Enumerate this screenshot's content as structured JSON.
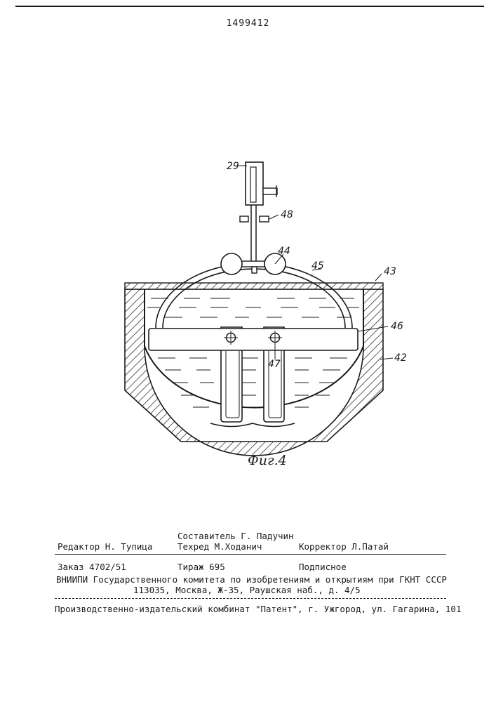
{
  "header": {
    "patent_number": "1499412"
  },
  "figure": {
    "caption": "Фиг.4",
    "labels": {
      "l29": "29",
      "l48": "48",
      "l44": "44",
      "l45": "45",
      "l43": "43",
      "l46": "46",
      "l47": "47",
      "l42": "42"
    }
  },
  "footer": {
    "compiler": "Составитель Г. Падучин",
    "editor": "Редактор Н. Тупица",
    "techred": "Техред М.Ходанич",
    "corrector": "Корректор Л.Патай",
    "order": "Заказ 4702/51",
    "circulation": "Тираж 695",
    "subscription": "Подписное",
    "institute": "ВНИИПИ Государственного комитета по изобретениям и открытиям при ГКНТ СССР",
    "address": "113035, Москва, Ж-35, Раушская наб., д. 4/5",
    "publisher": "Производственно-издательский комбинат \"Патент\", г. Ужгород, ул. Гагарина, 101"
  }
}
